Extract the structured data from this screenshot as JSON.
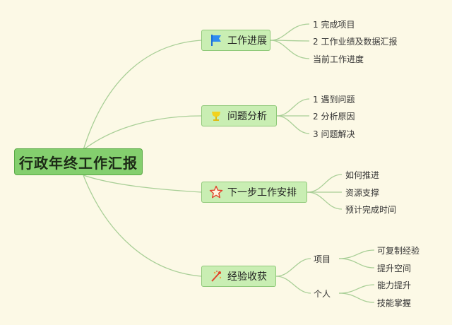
{
  "root": {
    "label": "行政年终工作汇报"
  },
  "branches": [
    {
      "label": "工作进展",
      "icon": "blue-flag-icon",
      "children": [
        "1 完成项目",
        "2 工作业绩及数据汇报",
        "当前工作进度"
      ]
    },
    {
      "label": "问题分析",
      "icon": "yellow-trophy-icon",
      "children": [
        "1 遇到问题",
        "2 分析原因",
        "3 问题解决"
      ]
    },
    {
      "label": "下一步工作安排",
      "icon": "red-star-icon",
      "children": [
        "如何推进",
        "资源支撑",
        "预计完成时间"
      ]
    },
    {
      "label": "经验收获",
      "icon": "red-sparkle-icon",
      "groups": [
        {
          "label": "项目",
          "children": [
            "可复制经验",
            "提升空间"
          ]
        },
        {
          "label": "个人",
          "children": [
            "能力提升",
            "技能掌握"
          ]
        }
      ]
    }
  ],
  "colors": {
    "background": "#fcf9e6",
    "root": "#84cf6e",
    "branch": "#c9eeb3",
    "line": "#a9cf97"
  }
}
